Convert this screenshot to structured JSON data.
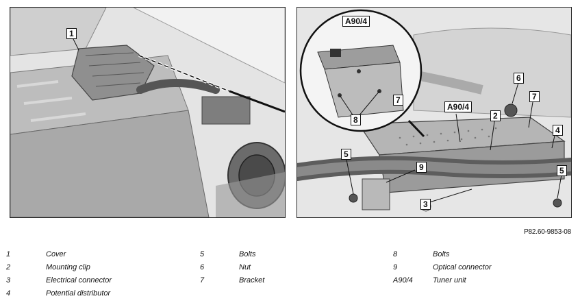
{
  "figure_id": "P82.60-9853-08",
  "callouts": {
    "left_1": "1",
    "detail_a90": "A90/4",
    "detail_7": "7",
    "detail_8": "8",
    "right_a90": "A90/4",
    "right_2": "2",
    "right_6": "6",
    "right_7": "7",
    "right_4": "4",
    "right_5a": "5",
    "right_5b": "5",
    "right_9": "9",
    "right_3": "3"
  },
  "legend": [
    {
      "number": "1",
      "text": "Cover"
    },
    {
      "number": "2",
      "text": "Mounting clip"
    },
    {
      "number": "3",
      "text": "Electrical connector"
    },
    {
      "number": "4",
      "text": "Potential distributor"
    },
    {
      "number": "5",
      "text": "Bolts"
    },
    {
      "number": "6",
      "text": "Nut"
    },
    {
      "number": "7",
      "text": "Bracket"
    },
    {
      "number": "8",
      "text": "Bolts"
    },
    {
      "number": "9",
      "text": "Optical connector"
    },
    {
      "number": "A90/4",
      "text": "Tuner unit"
    }
  ]
}
